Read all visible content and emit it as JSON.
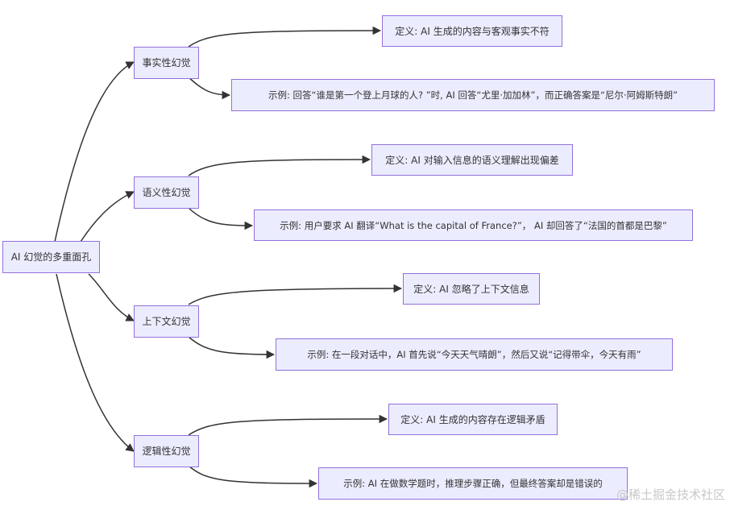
{
  "diagram": {
    "root": "AI 幻觉的多重面孔",
    "branches": [
      {
        "label": "事实性幻觉",
        "definition": "定义: AI 生成的内容与客观事实不符",
        "example": "示例: 回答“谁是第一个登上月球的人? ”时, AI 回答“尤里·加加林”，而正确答案是“尼尔·阿姆斯特朗”"
      },
      {
        "label": "语义性幻觉",
        "definition": "定义: AI 对输入信息的语义理解出现偏差",
        "example": "示例: 用户要求 AI 翻译“What is the capital of France?”， AI 却回答了“法国的首都是巴黎”"
      },
      {
        "label": "上下文幻觉",
        "definition": "定义: AI 忽略了上下文信息",
        "example": "示例: 在一段对话中，AI 首先说“今天天气晴朗”，然后又说“记得带伞，今天有雨”"
      },
      {
        "label": "逻辑性幻觉",
        "definition": "定义: AI 生成的内容存在逻辑矛盾",
        "example": "示例: AI 在做数学题时，推理步骤正确，但最终答案却是错误的"
      }
    ]
  },
  "watermark": "@稀土掘金技术社区",
  "colors": {
    "node_fill": "#ececff",
    "node_border": "#9370db",
    "edge": "#333333",
    "text": "#333333",
    "watermark": "#c8c8c8"
  }
}
